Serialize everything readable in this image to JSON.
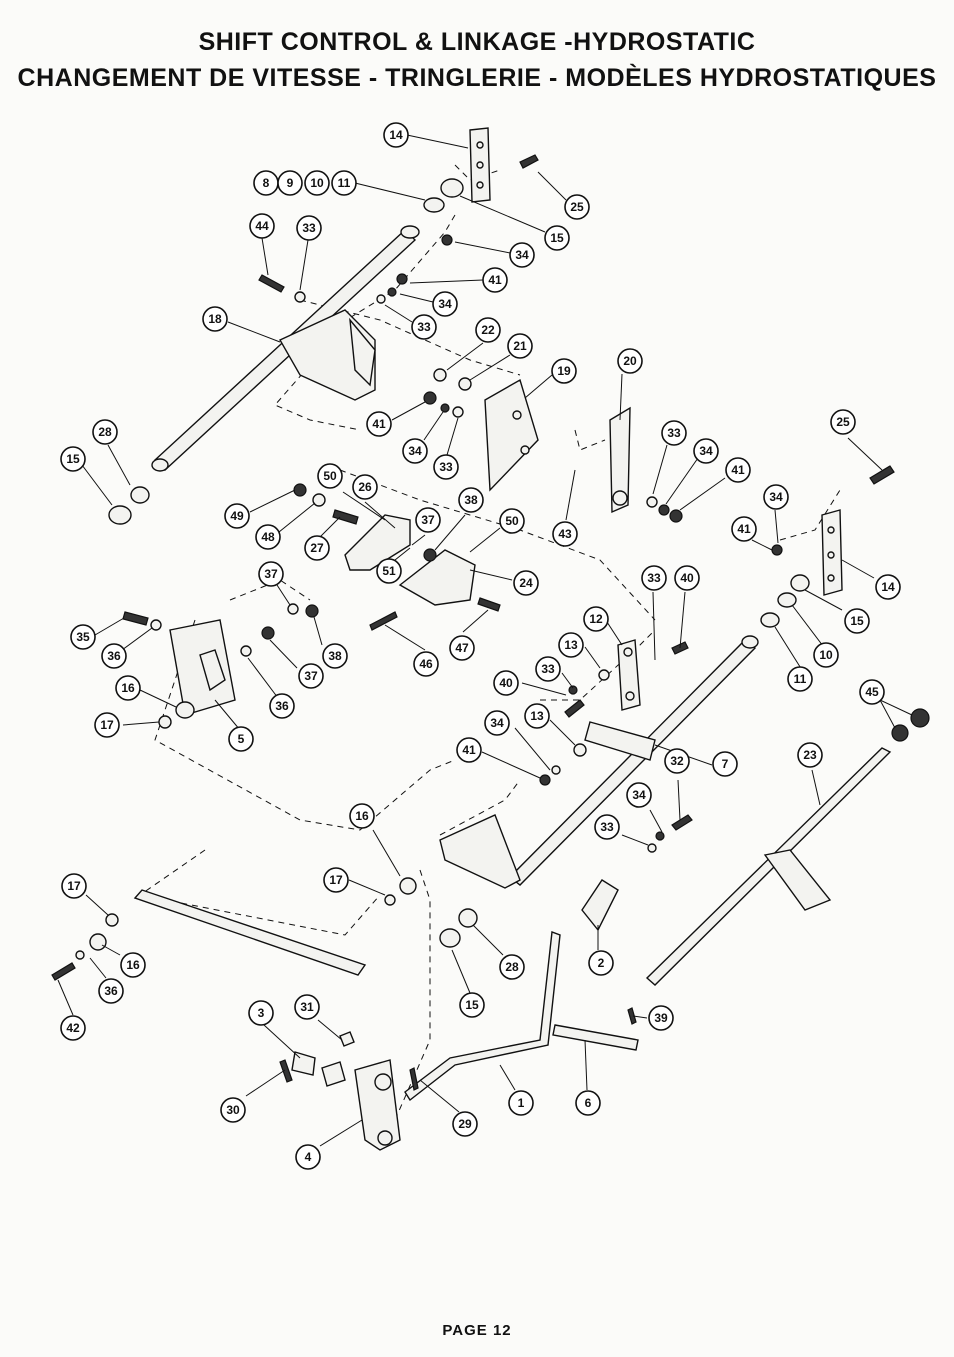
{
  "header": {
    "title_en": "SHIFT CONTROL & LINKAGE -HYDROSTATIC",
    "title_fr": "CHANGEMENT DE VITESSE - TRINGLERIE - MODÈLES HYDROSTATIQUES"
  },
  "diagram": {
    "callouts": [
      "14",
      "8",
      "9",
      "10",
      "11",
      "25",
      "15",
      "44",
      "33",
      "34",
      "41",
      "34",
      "33",
      "18",
      "22",
      "21",
      "19",
      "20",
      "41",
      "34",
      "33",
      "28",
      "15",
      "33",
      "34",
      "41",
      "50",
      "26",
      "38",
      "50",
      "49",
      "48",
      "27",
      "37",
      "51",
      "24",
      "43",
      "25",
      "34",
      "41",
      "14",
      "15",
      "37",
      "38",
      "37",
      "36",
      "35",
      "36",
      "46",
      "47",
      "12",
      "13",
      "33",
      "40",
      "33",
      "10",
      "11",
      "16",
      "17",
      "5",
      "36",
      "40",
      "13",
      "34",
      "41",
      "7",
      "32",
      "45",
      "23",
      "34",
      "33",
      "16",
      "17",
      "17",
      "16",
      "36",
      "42",
      "28",
      "15",
      "2",
      "3",
      "31",
      "30",
      "4",
      "29",
      "1",
      "6",
      "39"
    ]
  },
  "footer": {
    "page": "PAGE 12"
  }
}
